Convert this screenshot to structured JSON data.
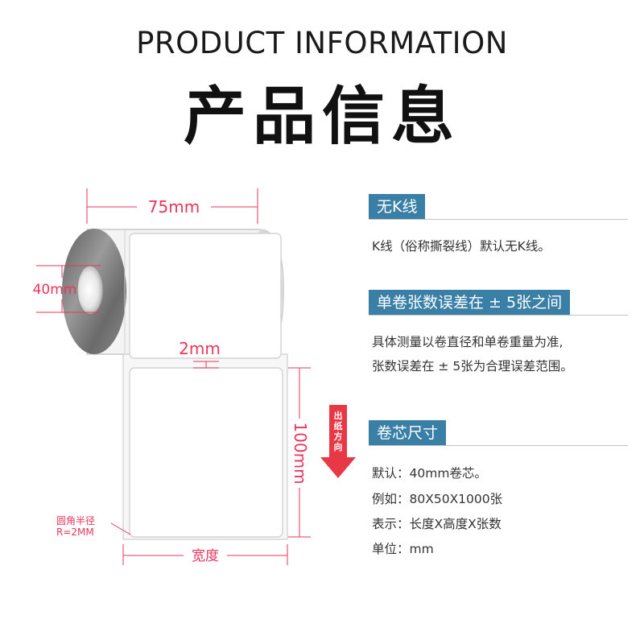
{
  "header": {
    "title_en": "PRODUCT INFORMATION",
    "title_cn": "产品信息"
  },
  "diagram": {
    "width_label": "75mm",
    "core_label": "40mm",
    "gap_label": "2mm",
    "height_label": "100mm",
    "corner_label_line1": "圆角半径",
    "corner_label_line2": "R=2MM",
    "bottom_label": "宽度",
    "arrow_chars": [
      "出",
      "纸",
      "方",
      "向"
    ],
    "colors": {
      "dimension": "#e8365d",
      "header_bg": "#3a7fa6"
    }
  },
  "sections": [
    {
      "header": "无K线",
      "lines": [
        "K线（俗称撕裂线）默认无K线。"
      ]
    },
    {
      "header": "单卷张数误差在 ± 5张之间",
      "lines": [
        "具体测量以卷直径和单卷重量为准,",
        "张数误差在 ± 5张为合理误差范围。"
      ]
    },
    {
      "header": "卷芯尺寸",
      "lines": [
        "默认：40mm卷芯。",
        "例如：80X50X1000张",
        "表示：长度X高度X张数",
        "单位：mm"
      ]
    }
  ]
}
